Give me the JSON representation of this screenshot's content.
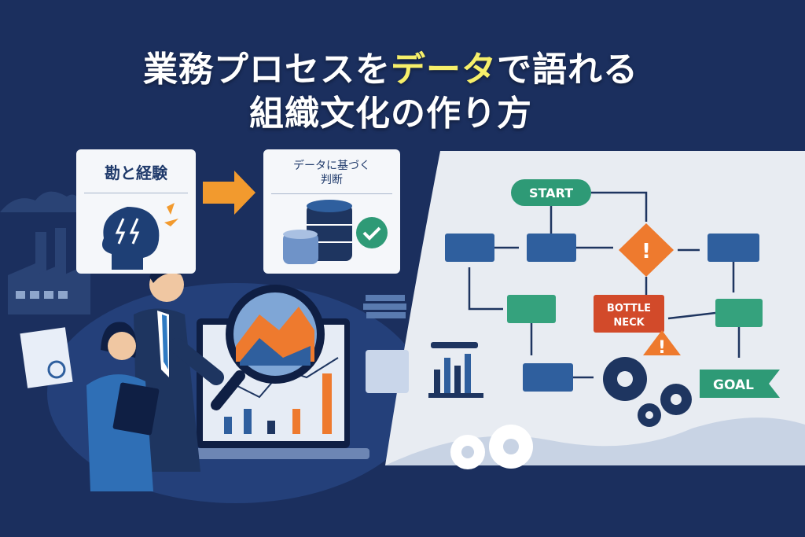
{
  "title": {
    "line1_pre": "業務プロセスを",
    "line1_highlight": "データ",
    "line1_post": "で語れる",
    "line2": "組織文化の作り方"
  },
  "cards": {
    "before": "勘と経験",
    "after_line1": "データに基づく",
    "after_line2": "判断"
  },
  "flowchart": {
    "start": "START",
    "bottleneck_line1": "BOTTLE",
    "bottleneck_line2": "NECK",
    "goal": "GOAL"
  },
  "colors": {
    "background": "#1b2f5e",
    "accent_orange": "#f29a2e",
    "flow_green": "#2e9a76",
    "flow_blue": "#2f5f9e",
    "bottleneck_red": "#d24a2a",
    "highlight_yellow": "#f6ef6a"
  }
}
